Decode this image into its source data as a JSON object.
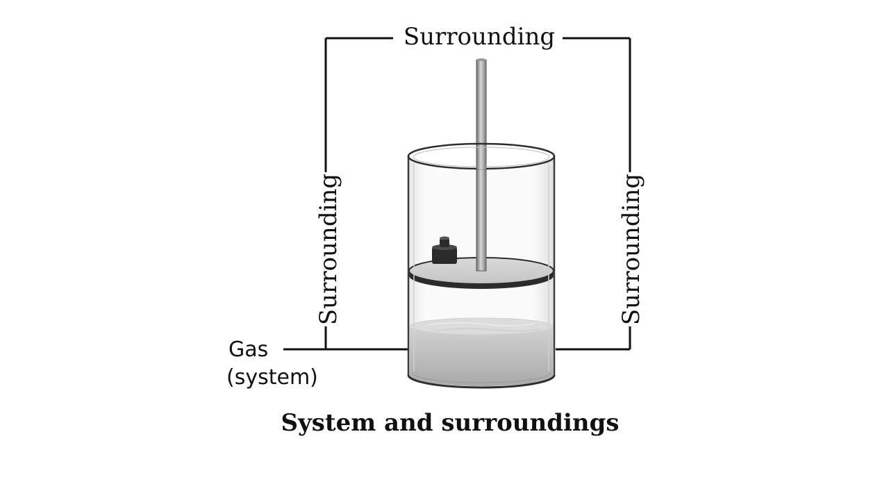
{
  "labels": {
    "top": "Surrounding",
    "left": "Surrounding",
    "right": "Surrounding",
    "gas_line1": "Gas",
    "gas_line2": "(system)"
  },
  "caption": "System and surroundings",
  "colors": {
    "line": "#111111",
    "gas_fill": "#b9b9b9",
    "piston_rim": "#2b2b2b",
    "rod": "#8e8e8e",
    "weight": "#2a2a2a",
    "glass_edge": "#3a3a3a"
  }
}
